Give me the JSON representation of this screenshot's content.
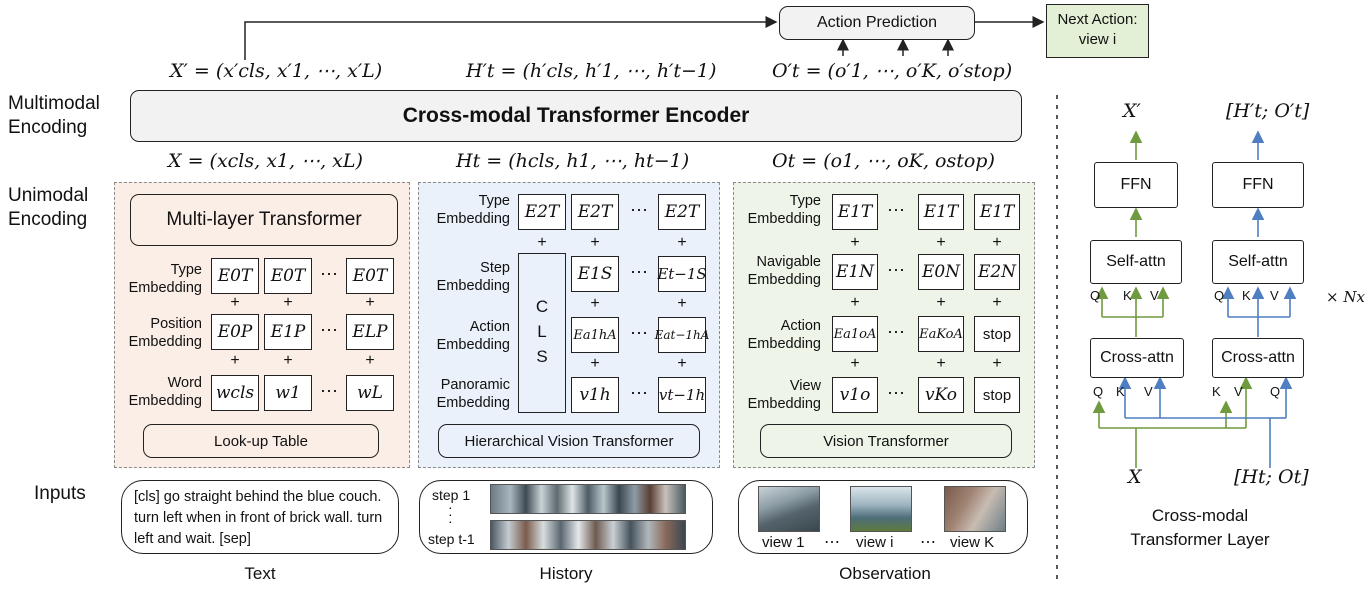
{
  "top": {
    "action_prediction": "Action Prediction",
    "next_action_line1": "Next Action:",
    "next_action_line2": "view i"
  },
  "formulas": {
    "x_prime": "X′ = (x′cls, x′1, ⋯, x′L)",
    "h_prime": "H′t = (h′cls, h′1, ⋯, h′t−1)",
    "o_prime": "O′t = (o′1, ⋯, o′K, o′stop)",
    "x": "X = (xcls, x1, ⋯, xL)",
    "h": "Ht = (hcls, h1, ⋯, ht−1)",
    "o": "Ot = (o1, ⋯, oK, ostop)"
  },
  "sections": {
    "multimodal": [
      "Multimodal",
      "Encoding"
    ],
    "unimodal": [
      "Unimodal",
      "Encoding"
    ],
    "inputs": "Inputs"
  },
  "encoder_title": "Cross-modal Transformer Encoder",
  "text_panel": {
    "title": "Multi-layer Transformer",
    "labels": [
      [
        "Type",
        "Embedding"
      ],
      [
        "Position",
        "Embedding"
      ],
      [
        "Word",
        "Embedding"
      ]
    ],
    "rows": [
      [
        "E0T",
        "E0T",
        "E0T"
      ],
      [
        "E0P",
        "E1P",
        "ELP"
      ],
      [
        "wcls",
        "w1",
        "wL"
      ]
    ],
    "bottom": "Look-up Table",
    "input_text": "[cls] go straight behind the blue couch. turn left when in front of brick wall. turn left and wait. [sep]",
    "caption": "Text"
  },
  "history_panel": {
    "labels": [
      [
        "Type",
        "Embedding"
      ],
      [
        "Step",
        "Embedding"
      ],
      [
        "Action",
        "Embedding"
      ],
      [
        "Panoramic",
        "Embedding"
      ]
    ],
    "cls": [
      "C",
      "L",
      "S"
    ],
    "rows": [
      [
        "E2T",
        "E2T",
        "E2T"
      ],
      [
        "E1S",
        "Et−1S"
      ],
      [
        "Ea1hA",
        "Eat−1hA"
      ],
      [
        "v1h",
        "vt−1h"
      ]
    ],
    "bottom": "Hierarchical Vision Transformer",
    "step_first": "step 1",
    "step_last": "step t-1",
    "caption": "History"
  },
  "observation_panel": {
    "labels": [
      [
        "Type",
        "Embedding"
      ],
      [
        "Navigable",
        "Embedding"
      ],
      [
        "Action",
        "Embedding"
      ],
      [
        "View",
        "Embedding"
      ]
    ],
    "rows": [
      [
        "E1T",
        "E1T",
        "E1T"
      ],
      [
        "E1N",
        "E0N",
        "E2N"
      ],
      [
        "Ea1oA",
        "EaKoA",
        "stop"
      ],
      [
        "v1o",
        "vKo",
        "stop"
      ]
    ],
    "bottom": "Vision Transformer",
    "views": [
      "view 1",
      "view i",
      "view K"
    ],
    "caption": "Observation"
  },
  "layer": {
    "out_left": "X′",
    "out_right": "[H′t; O′t]",
    "ffn": "FFN",
    "self_attn": "Self-attn",
    "cross_attn": "Cross-attn",
    "qkv": [
      "Q",
      "K",
      "V"
    ],
    "cross_left_qkv": [
      "Q",
      "K",
      "V"
    ],
    "cross_right_qkv": [
      "K",
      "V",
      "Q"
    ],
    "repeat": "× Nx",
    "in_left": "X",
    "in_right": "[Ht; Ot]",
    "caption_line1": "Cross-modal",
    "caption_line2": "Transformer Layer"
  },
  "colors": {
    "text_bg": "#fbeee6",
    "history_bg": "#eaf1fa",
    "obs_bg": "#eef5e8",
    "next_action_bg": "#e3f0d6",
    "layer_bg": "#f0f0f0",
    "green_arrow": "#6f9a3f",
    "blue_arrow": "#4f7fc0"
  }
}
